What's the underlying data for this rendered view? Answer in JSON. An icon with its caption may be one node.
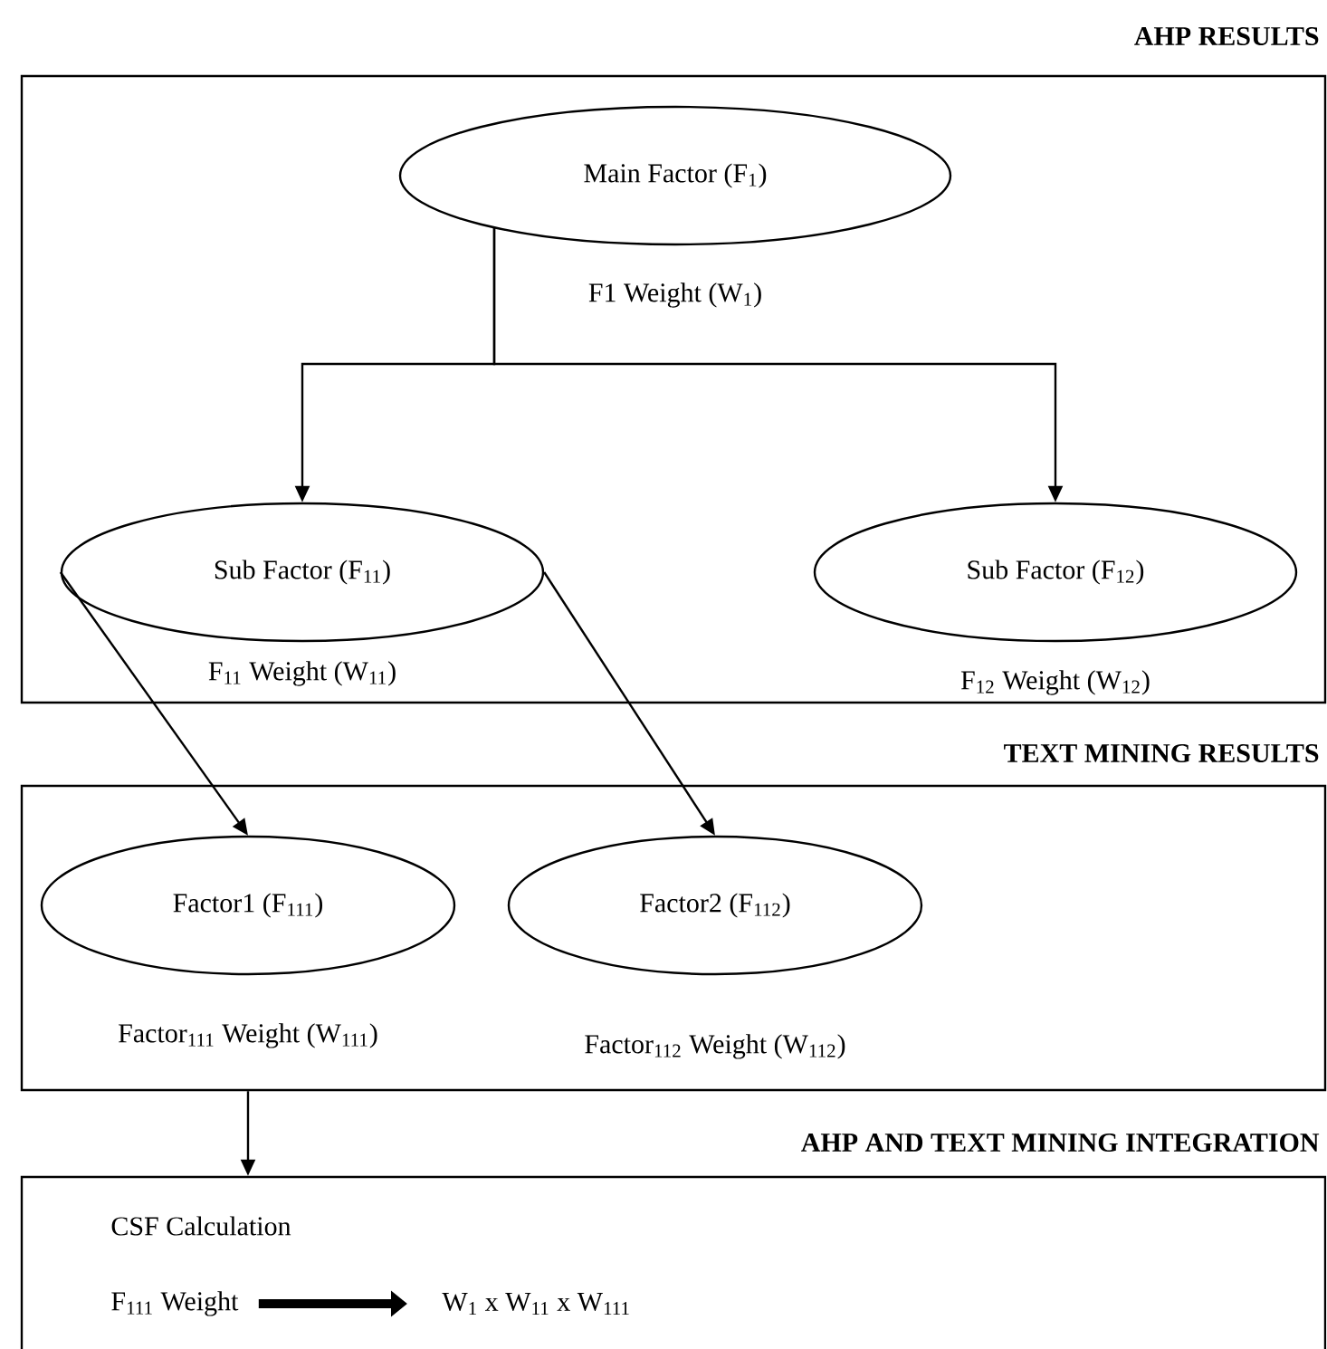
{
  "diagram": {
    "nodes": [
      {
        "text": [
          "AHP RESULTS"
        ]
      },
      {
        "text": [
          "Main Factor (F$_{1}$)"
        ],
        "in": 0,
        "beside": [
          "F1 Weight (W$_{1}$)"
        ]
      },
      {
        "text": [
          "Sub Factor (F$_{11}$)"
        ],
        "in": 0,
        "beside": [
          "F$_{11}$ Weight (W$_{11}$)"
        ]
      },
      {
        "text": [
          "Sub Factor (F$_{12}$)"
        ],
        "in": 0,
        "beside": [
          "F$_{12}$ Weight (W$_{12}$)"
        ]
      },
      {
        "text": [
          "TEXT MINING RESULTS"
        ]
      },
      {
        "text": [
          "Factor1 (F$_{111}$)"
        ],
        "in": 4,
        "beside": [
          "Factor$_{111}$ Weight (W$_{111}$)"
        ]
      },
      {
        "text": [
          "Factor2 (F$_{112}$)"
        ],
        "in": 4,
        "beside": [
          "Factor$_{112}$ Weight (W$_{112}$)"
        ]
      },
      {
        "text": [
          "AHP AND TEXT MINING INTEGRATION",
          "CSF Calculation"
        ]
      },
      {
        "text": [
          "F$_{111}$ Weight"
        ],
        "in": 7
      },
      {
        "text": [
          "W$_{1}$ x W$_{11}$ x W$_{111}$"
        ],
        "in": 7
      }
    ],
    "edges": [
      {
        "from": 1,
        "to": 2,
        "arrow": "to"
      },
      {
        "from": 1,
        "to": 3,
        "arrow": "to"
      },
      {
        "from": 2,
        "to": 5,
        "arrow": "to"
      },
      {
        "from": 2,
        "to": 6,
        "arrow": "to"
      },
      {
        "from": 4,
        "to": 7,
        "arrow": "to"
      },
      {
        "from": 8,
        "to": 9,
        "arrow": "to",
        "style": "thick"
      }
    ]
  }
}
